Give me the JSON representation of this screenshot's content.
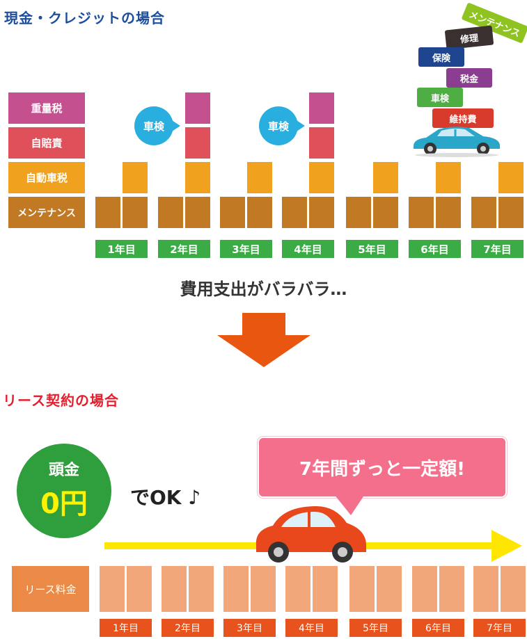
{
  "cash": {
    "heading": "現金・クレジットの場合",
    "legend": {
      "heavy_tax": "重量税",
      "insurance": "自賠責",
      "car_tax": "自動車税",
      "maintenance": "メンテナンス"
    },
    "inspection_bubble": "車検",
    "years": [
      "1年目",
      "2年目",
      "3年目",
      "4年目",
      "5年目",
      "6年目",
      "7年目"
    ],
    "tags": {
      "maintenance": "メンテナンス",
      "repair": "修理",
      "insurance": "保険",
      "tax": "税金",
      "inspection": "車検",
      "upkeep": "維持費"
    },
    "caption": "費用支出がバラバラ…"
  },
  "lease": {
    "heading": "リース契約の場合",
    "down_payment_label": "頭金",
    "down_payment_value": "0円",
    "ok_text": "でOK ♪",
    "speech": "7年間ずっと一定額!",
    "fee_label": "リース料金",
    "years": [
      "1年目",
      "2年目",
      "3年目",
      "4年目",
      "5年目",
      "6年目",
      "7年目"
    ]
  },
  "colors": {
    "heading_blue": "#1d4e9e",
    "heading_red": "#e51f2e",
    "heavy_tax": "#c5508f",
    "insurance": "#e0505b",
    "car_tax": "#f0a21e",
    "maintenance": "#c27924",
    "year_green": "#3aab45",
    "arrow_orange": "#e9560f",
    "lease_fee": "#f2a77a",
    "speech_pink": "#f46f8c"
  }
}
